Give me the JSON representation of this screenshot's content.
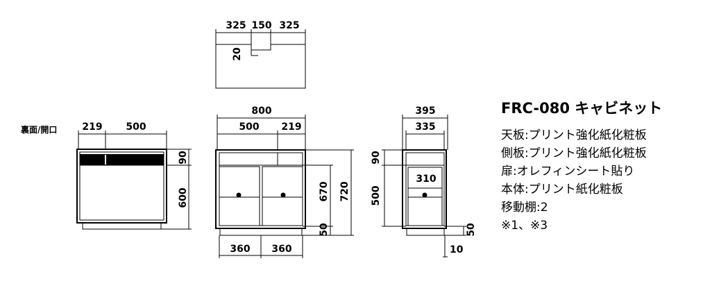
{
  "back_view": {
    "label": "裏面/開口"
  },
  "dims": {
    "top_left": "325",
    "top_mid": "150",
    "top_right": "325",
    "top_notch": "20",
    "back_left": "219",
    "back_right": "500",
    "back_h1": "90",
    "back_h2": "600",
    "front_total": "800",
    "front_left": "500",
    "front_right": "219",
    "front_h_inner": "670",
    "front_h_total": "720",
    "front_base": "50",
    "front_bottom_left": "360",
    "front_bottom_right": "360",
    "side_total": "395",
    "side_inner": "335",
    "side_shelf": "310",
    "side_h1": "90",
    "side_h2": "500",
    "side_base": "50",
    "side_foot": "10"
  },
  "spec": {
    "model": "FRC-080 キャビネット",
    "lines": [
      "天板:プリント強化紙化粧板",
      "側板:プリント強化紙化粧板",
      "扉:オレフィンシート貼り",
      "本体:プリント紙化粧板",
      "移動棚:2",
      "※1、※3"
    ]
  }
}
